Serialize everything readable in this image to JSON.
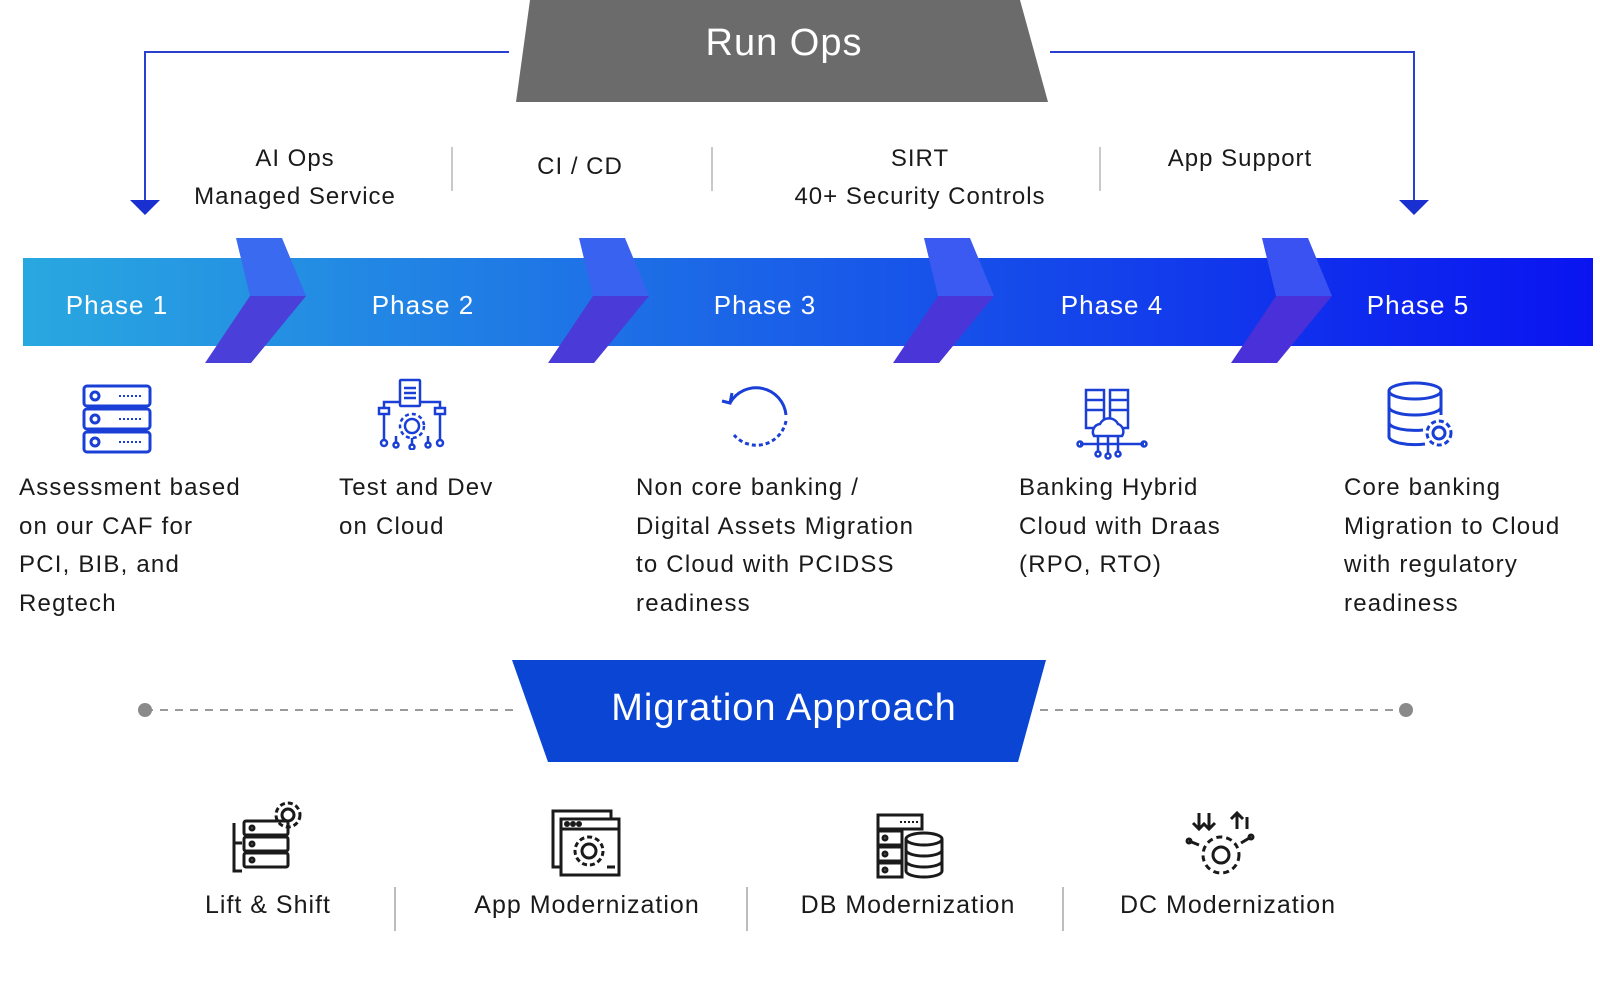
{
  "run_ops": {
    "title": "Run Ops",
    "items": [
      {
        "line1": "AI Ops",
        "line2": "Managed Service"
      },
      {
        "line1": "CI / CD",
        "line2": ""
      },
      {
        "line1": "SIRT",
        "line2": "40+ Security Controls"
      },
      {
        "line1": "App Support",
        "line2": ""
      }
    ]
  },
  "phases": [
    {
      "label": "Phase 1",
      "icon": "server-rack-icon",
      "description": "Assessment based\non our CAF for\nPCI, BIB, and\nRegtech"
    },
    {
      "label": "Phase 2",
      "icon": "document-workflow-gear-icon",
      "description": "Test and Dev\non Cloud"
    },
    {
      "label": "Phase 3",
      "icon": "refresh-cycle-icon",
      "description": "Non core banking /\nDigital Assets Migration\nto Cloud with PCIDSS\nreadiness"
    },
    {
      "label": "Phase 4",
      "icon": "hybrid-cloud-server-icon",
      "description": "Banking  Hybrid\nCloud with Draas\n(RPO, RTO)"
    },
    {
      "label": "Phase 5",
      "icon": "database-gear-icon",
      "description": "Core banking\nMigration to Cloud\nwith regulatory\nreadiness"
    }
  ],
  "migration": {
    "title": "Migration Approach",
    "methods": [
      {
        "label": "Lift & Shift",
        "icon": "server-stack-gear-icon"
      },
      {
        "label": "App Modernization",
        "icon": "app-window-gear-icon"
      },
      {
        "label": "DB Modernization",
        "icon": "database-server-icon"
      },
      {
        "label": "DC Modernization",
        "icon": "datacenter-gear-arrows-icon"
      }
    ]
  },
  "colors": {
    "run_ops_banner": "#6b6b6b",
    "migration_banner": "#0a45d4",
    "arrow_start": "#29a8e0",
    "arrow_end": "#0a14f0",
    "icon_blue": "#1a3fd6",
    "connector_blue": "#2a3fd0"
  }
}
